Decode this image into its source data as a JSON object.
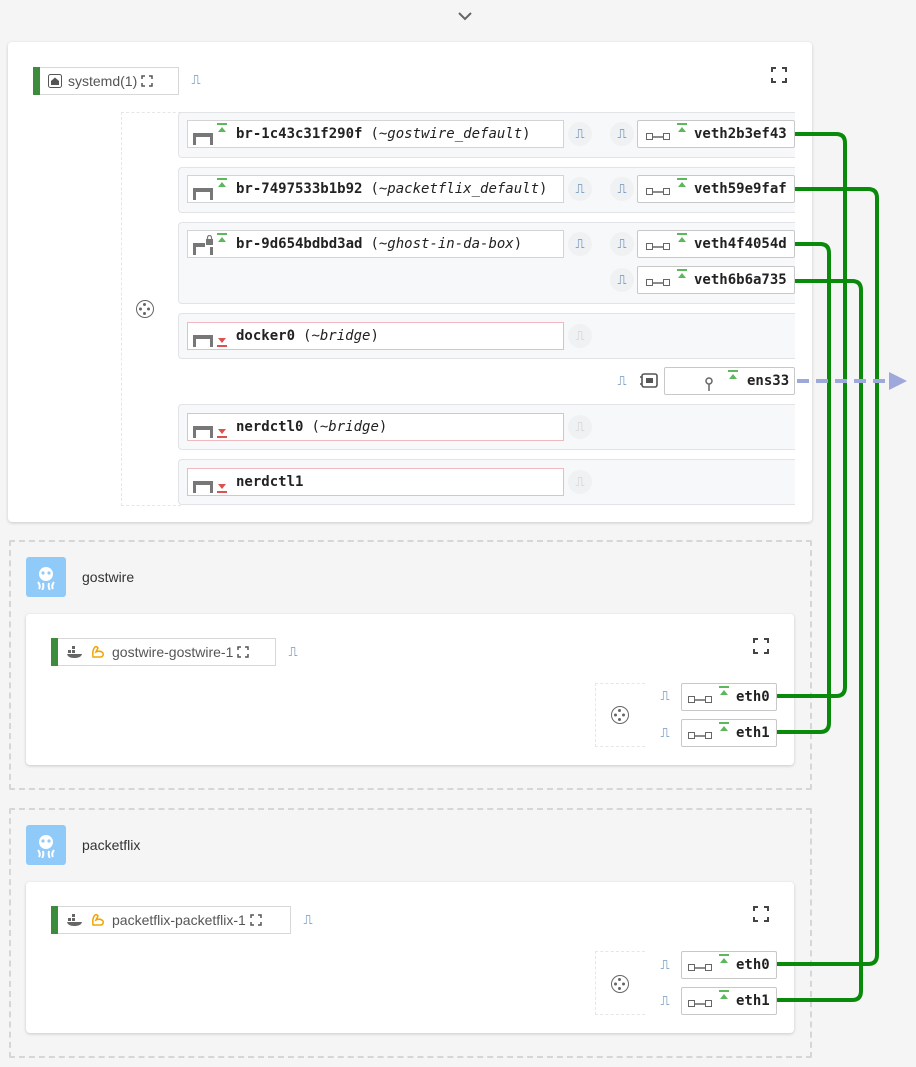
{
  "header": {
    "collapse_icon": "chevron-down-icon"
  },
  "systemd": {
    "label": "systemd(1)",
    "bridges": [
      {
        "name": "br-1c43c31f290f",
        "alias": "~gostwire_default",
        "state": "up",
        "ports": [
          "veth2b3ef43"
        ]
      },
      {
        "name": "br-7497533b1b92",
        "alias": "~packetflix_default",
        "state": "up",
        "ports": [
          "veth59e9faf"
        ]
      },
      {
        "name": "br-9d654bdbd3ad",
        "alias": "~ghost-in-da-box",
        "state": "up",
        "ports": [
          "veth4f4054d",
          "veth6b6a735"
        ]
      },
      {
        "name": "docker0",
        "alias": "~bridge",
        "state": "down",
        "ports": []
      },
      {
        "name": "nerdctl0",
        "alias": "~bridge",
        "state": "down",
        "ports": []
      },
      {
        "name": "nerdctl1",
        "alias": "",
        "state": "down",
        "ports": []
      }
    ],
    "physical": {
      "name": "ens33",
      "state": "up"
    }
  },
  "groups": [
    {
      "name": "gostwire",
      "container": "gostwire-gostwire-1",
      "ifaces": [
        "eth0",
        "eth1"
      ]
    },
    {
      "name": "packetflix",
      "container": "packetflix-packetflix-1",
      "ifaces": [
        "eth0",
        "eth1"
      ]
    }
  ],
  "colors": {
    "up": "#5cb85c",
    "down": "#d9534f",
    "link": "#0a8a0a",
    "accent": "#3c8c3c",
    "avatar": "#90caf9",
    "external": "#9fa8da"
  }
}
